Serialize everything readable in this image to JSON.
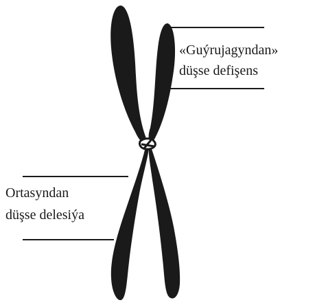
{
  "labels": {
    "terminal_deficiency": {
      "line1": "«Guýrujagyndan»",
      "line2": "düşse defişens"
    },
    "interstitial_deletion": {
      "line1": "Ortasyndan",
      "line2": "düşse delesiýa"
    }
  },
  "colors": {
    "chromosome": "#1a1a1a",
    "pointer_line": "#1a1a1a",
    "background": "#ffffff"
  }
}
